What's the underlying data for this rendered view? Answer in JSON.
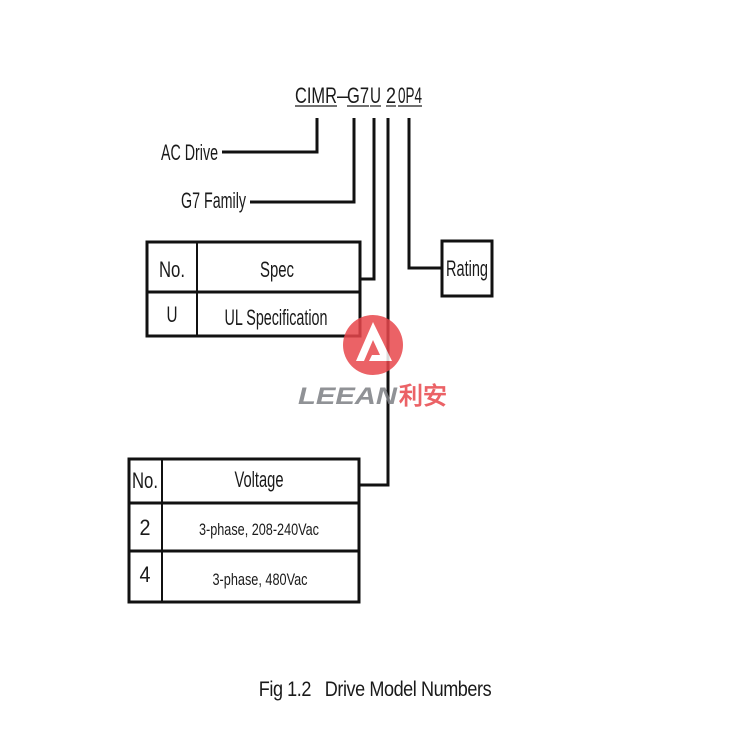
{
  "model": {
    "prefix": "CIMR",
    "dash": "–",
    "family": "G7",
    "spec": "U",
    "voltage": "2",
    "rating": "0P4"
  },
  "labels": {
    "ac_drive": "AC Drive",
    "g7_family": "G7 Family",
    "rating": "Rating"
  },
  "spec_table": {
    "headers": [
      "No.",
      "Spec"
    ],
    "rows": [
      [
        "U",
        "UL Specification"
      ]
    ]
  },
  "voltage_table": {
    "headers": [
      "No.",
      "Voltage"
    ],
    "rows": [
      [
        "2",
        "3-phase, 208-240Vac"
      ],
      [
        "4",
        "3-phase, 480Vac"
      ]
    ]
  },
  "watermark": {
    "latin": "LEEAN",
    "cjk": "利安",
    "color": "#e8474c"
  },
  "caption": {
    "fig": "Fig 1.2",
    "title": "Drive Model Numbers"
  }
}
